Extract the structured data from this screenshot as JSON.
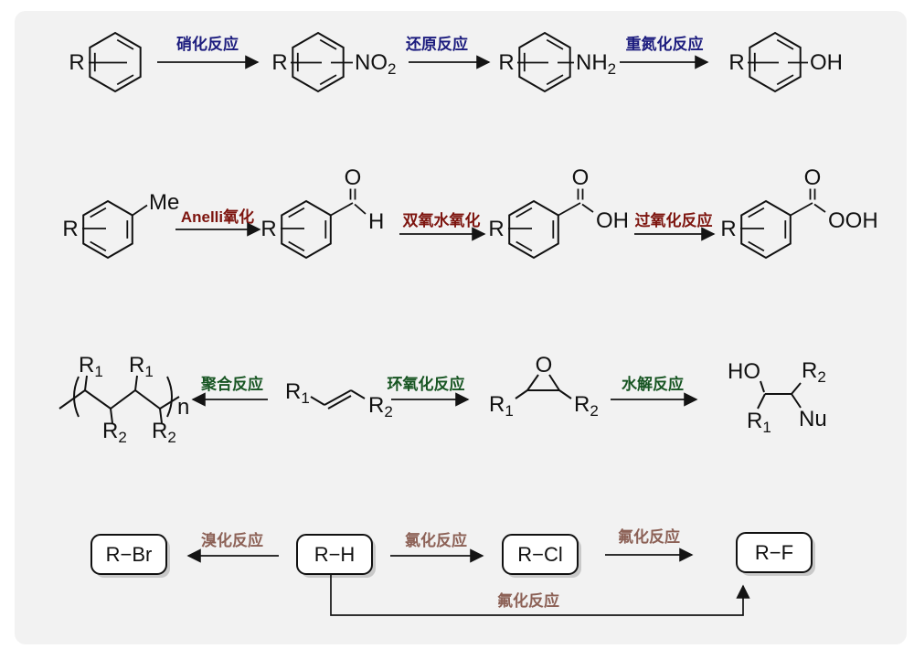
{
  "panel": {
    "page_bg": "#ffffff",
    "bg": "#f2f2f2",
    "corner_radius": 12
  },
  "colors": {
    "bond": "#111111",
    "row1_label": "#1c1c7e",
    "row2_label": "#7d140e",
    "row3_label": "#175522",
    "row4_label": "#8c6156",
    "box_fill": "#ffffff",
    "box_border": "#111111",
    "box_shadow": "#c9c9c9"
  },
  "row1": {
    "reaction1": "硝化反应",
    "reaction2": "还原反应",
    "reaction3": "重氮化反应",
    "mol1_r": "R",
    "mol2_r": "R",
    "mol2_group": "NO",
    "mol2_group_sub": "2",
    "mol3_r": "R",
    "mol3_group": "NH",
    "mol3_group_sub": "2",
    "mol4_r": "R",
    "mol4_group": "OH"
  },
  "row2": {
    "reaction1": "Anelli氧化",
    "reaction2": "双氧水氧化",
    "reaction3": "过氧化反应",
    "mol1_r": "R",
    "mol1_group": "Me",
    "mol2_r": "R",
    "mol2_o": "O",
    "mol2_h": "H",
    "mol3_r": "R",
    "mol3_o": "O",
    "mol3_oh": "OH",
    "mol4_r": "R",
    "mol4_o": "O",
    "mol4_ooh": "OOH"
  },
  "row3": {
    "reaction1": "聚合反应",
    "reaction2": "环氧化反应",
    "reaction3": "水解反应",
    "r": "R",
    "sub1": "1",
    "sub2": "2",
    "n": "n",
    "o": "O",
    "ho": "HO",
    "nu": "Nu"
  },
  "row4": {
    "reaction1": "溴化反应",
    "reaction2": "氯化反应",
    "reaction3": "氟化反应",
    "reaction4": "氟化反应",
    "box1": "R−Br",
    "box2": "R−H",
    "box3": "R−Cl",
    "box4": "R−F"
  }
}
